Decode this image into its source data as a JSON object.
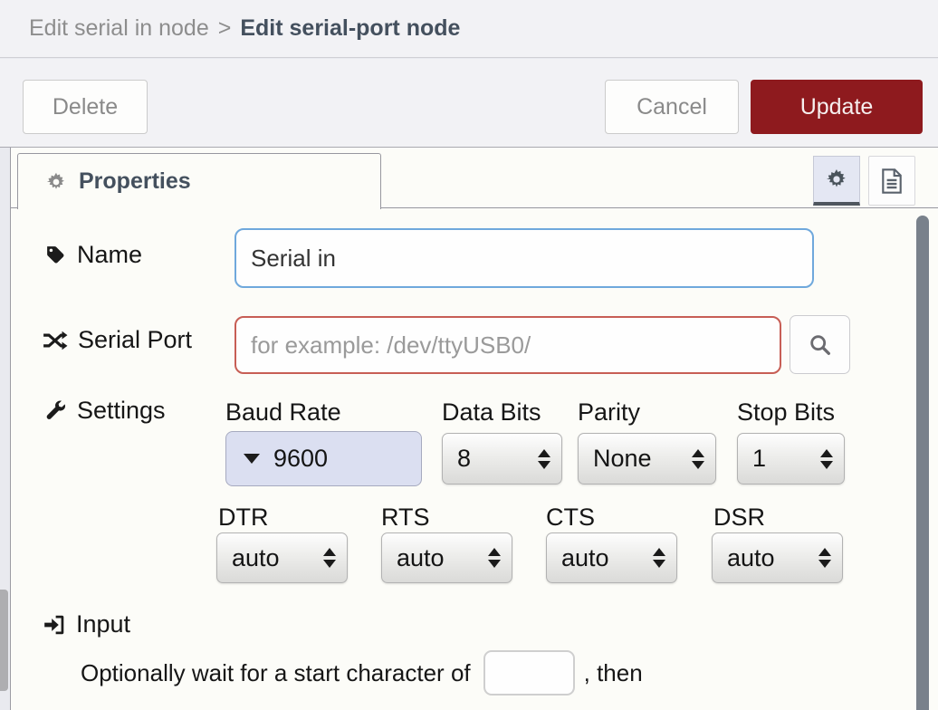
{
  "breadcrumb": {
    "parent": "Edit serial in node",
    "separator": ">",
    "current": "Edit serial-port node"
  },
  "toolbar": {
    "delete_label": "Delete",
    "cancel_label": "Cancel",
    "update_label": "Update"
  },
  "tabbar": {
    "properties_label": "Properties",
    "icons": [
      "gear-icon",
      "document-icon"
    ]
  },
  "form": {
    "name": {
      "label": "Name",
      "value": "Serial in",
      "icon": "tag-icon"
    },
    "serial_port": {
      "label": "Serial Port",
      "placeholder": "for example: /dev/ttyUSB0/",
      "icon": "shuffle-icon",
      "button_icon": "magnifier-icon"
    },
    "settings": {
      "label": "Settings",
      "icon": "wrench-icon",
      "baud_rate": {
        "label": "Baud Rate",
        "value": "9600"
      },
      "data_bits": {
        "label": "Data Bits",
        "value": "8"
      },
      "parity": {
        "label": "Parity",
        "value": "None"
      },
      "stop_bits": {
        "label": "Stop Bits",
        "value": "1"
      },
      "dtr": {
        "label": "DTR",
        "value": "auto"
      },
      "rts": {
        "label": "RTS",
        "value": "auto"
      },
      "cts": {
        "label": "CTS",
        "value": "auto"
      },
      "dsr": {
        "label": "DSR",
        "value": "auto"
      }
    },
    "input_section": {
      "label": "Input",
      "icon": "sign-in-icon",
      "text_before": "Optionally wait for a start character of",
      "char_value": "",
      "text_after": ", then"
    }
  },
  "colors": {
    "update_button_bg": "#8E1A1E",
    "focus_border_blue": "#6FA8DC",
    "error_border_red": "#C75E55",
    "baud_field_bg": "#DBDFF1",
    "header_bg": "#F2F2F5",
    "heading_slate": "#44505E"
  }
}
